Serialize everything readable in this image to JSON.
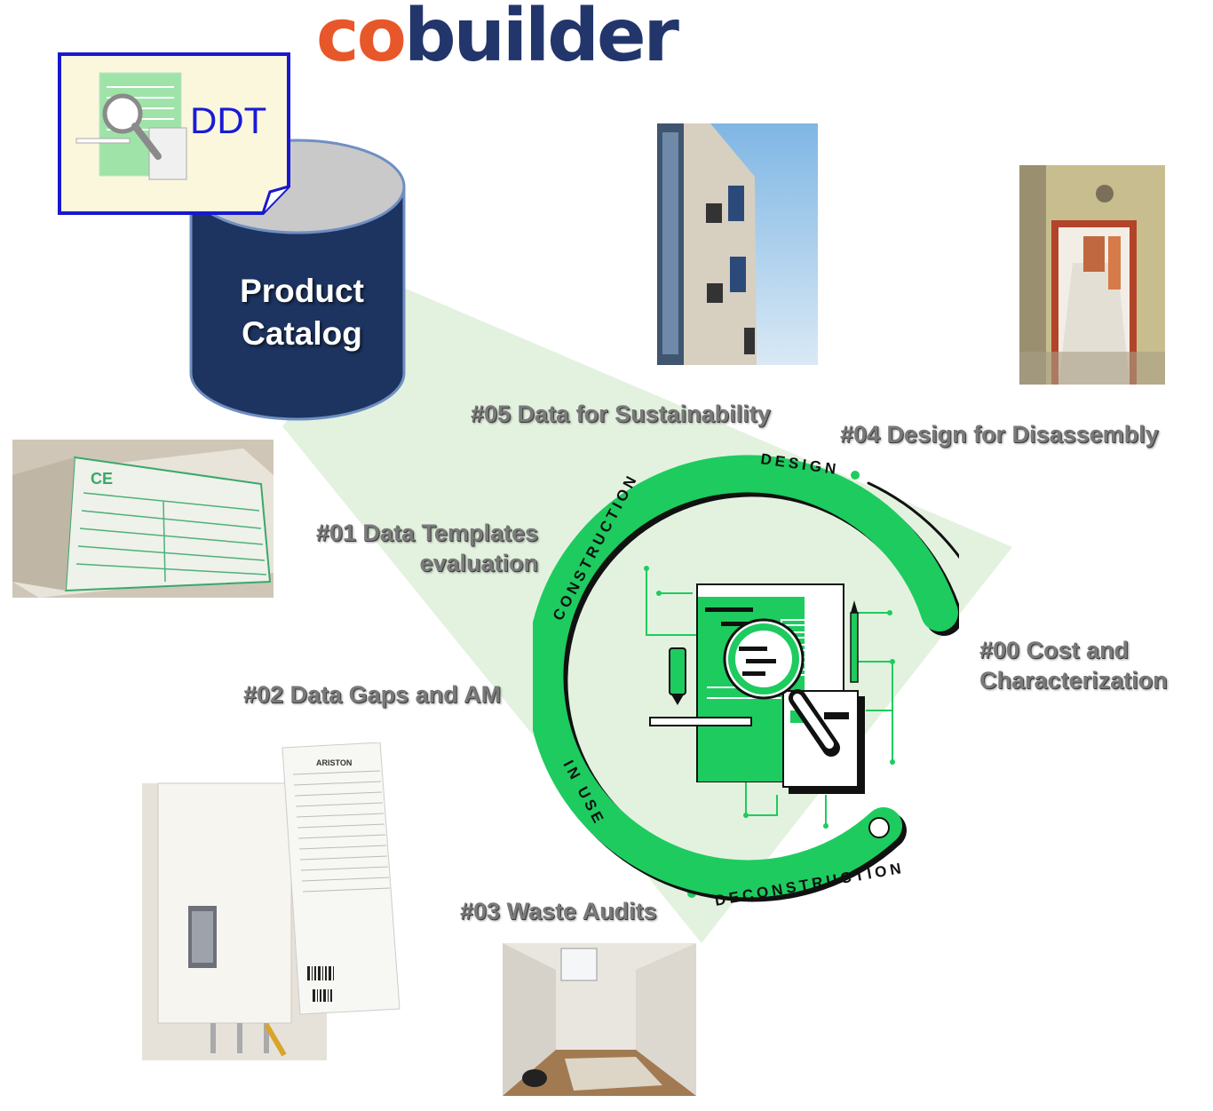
{
  "logo": {
    "part1": "co",
    "part2": "builder",
    "color_co": "#e8572a",
    "color_builder": "#22366b"
  },
  "ddt": {
    "label": "DDT"
  },
  "catalog": {
    "line1": "Product",
    "line2": "Catalog",
    "color": "#1d3460"
  },
  "labels": {
    "l00_line1": "#00 Cost and",
    "l00_line2": "Characterization",
    "l01_line1": "#01 Data Templates",
    "l01_line2": "evaluation",
    "l02": "#02 Data Gaps and AM",
    "l03": "#03 Waste Audits",
    "l04": "#04 Design for Disassembly",
    "l05": "#05 Data for Sustainability"
  },
  "ring": {
    "design": "DESIGN",
    "construction": "CONSTRUCTION",
    "in_use": "IN USE",
    "deconstruction": "DECONSTRUCTION",
    "accent": "#1ecb5f"
  },
  "label_plate": {
    "brand": "ARISTON"
  },
  "colors": {
    "green_beam": "#e3f2df",
    "accent_green": "#1ecb5f"
  }
}
